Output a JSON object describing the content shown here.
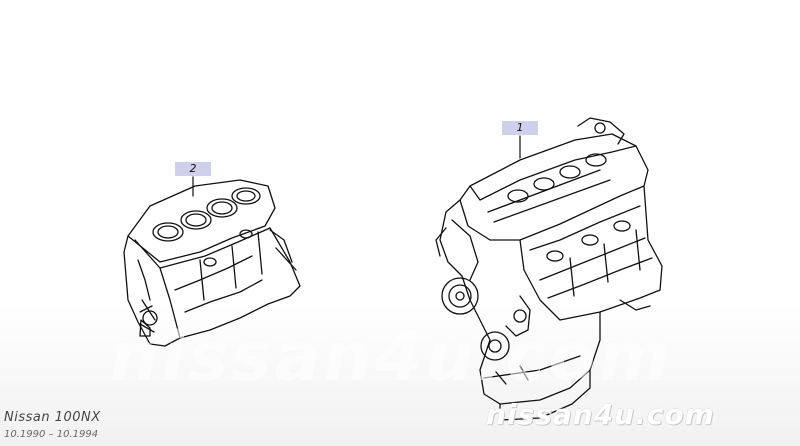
{
  "callouts": [
    {
      "label": "1",
      "part": "engine-assembly"
    },
    {
      "label": "2",
      "part": "short-block"
    }
  ],
  "watermark_text": "nissan4u.com",
  "brand_text": "nissan4u.com",
  "footer": {
    "model": "Nissan 100NX",
    "date_range": "10.1990 – 10.1994"
  },
  "colors": {
    "callout_bg": "#cfd1ec",
    "line": "#111111"
  }
}
